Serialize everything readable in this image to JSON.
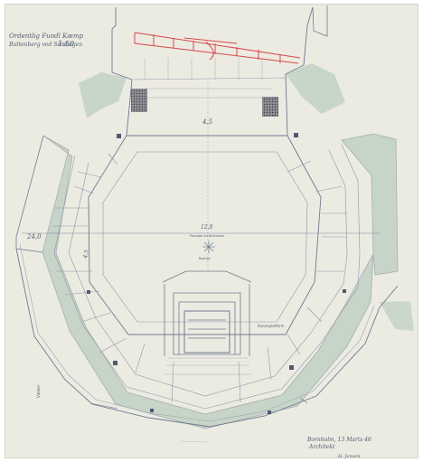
{
  "title": {
    "line1": "Ordentlig Fundl Kæmp",
    "line2": "Buttenberg ved Sandvigen",
    "num": "1:50"
  },
  "labels": {
    "upper_dim": "4,5",
    "mid_dim": "12,0",
    "mid_caption": "Passage ad Bastionen",
    "left_dim": "24,0",
    "left_vert": "4,5",
    "small_note": "Bastion",
    "right_note": "Kanonplatform",
    "pencil_note_left": "Vælder",
    "date_line": "Bornholm, 13 Marts 46",
    "author": "Architekt",
    "signature": "H. Jensen"
  },
  "colors": {
    "paper": "#ecebe2",
    "ink": "#6f7a90",
    "green": "#a9c4b4",
    "red": "#d84a4a"
  }
}
